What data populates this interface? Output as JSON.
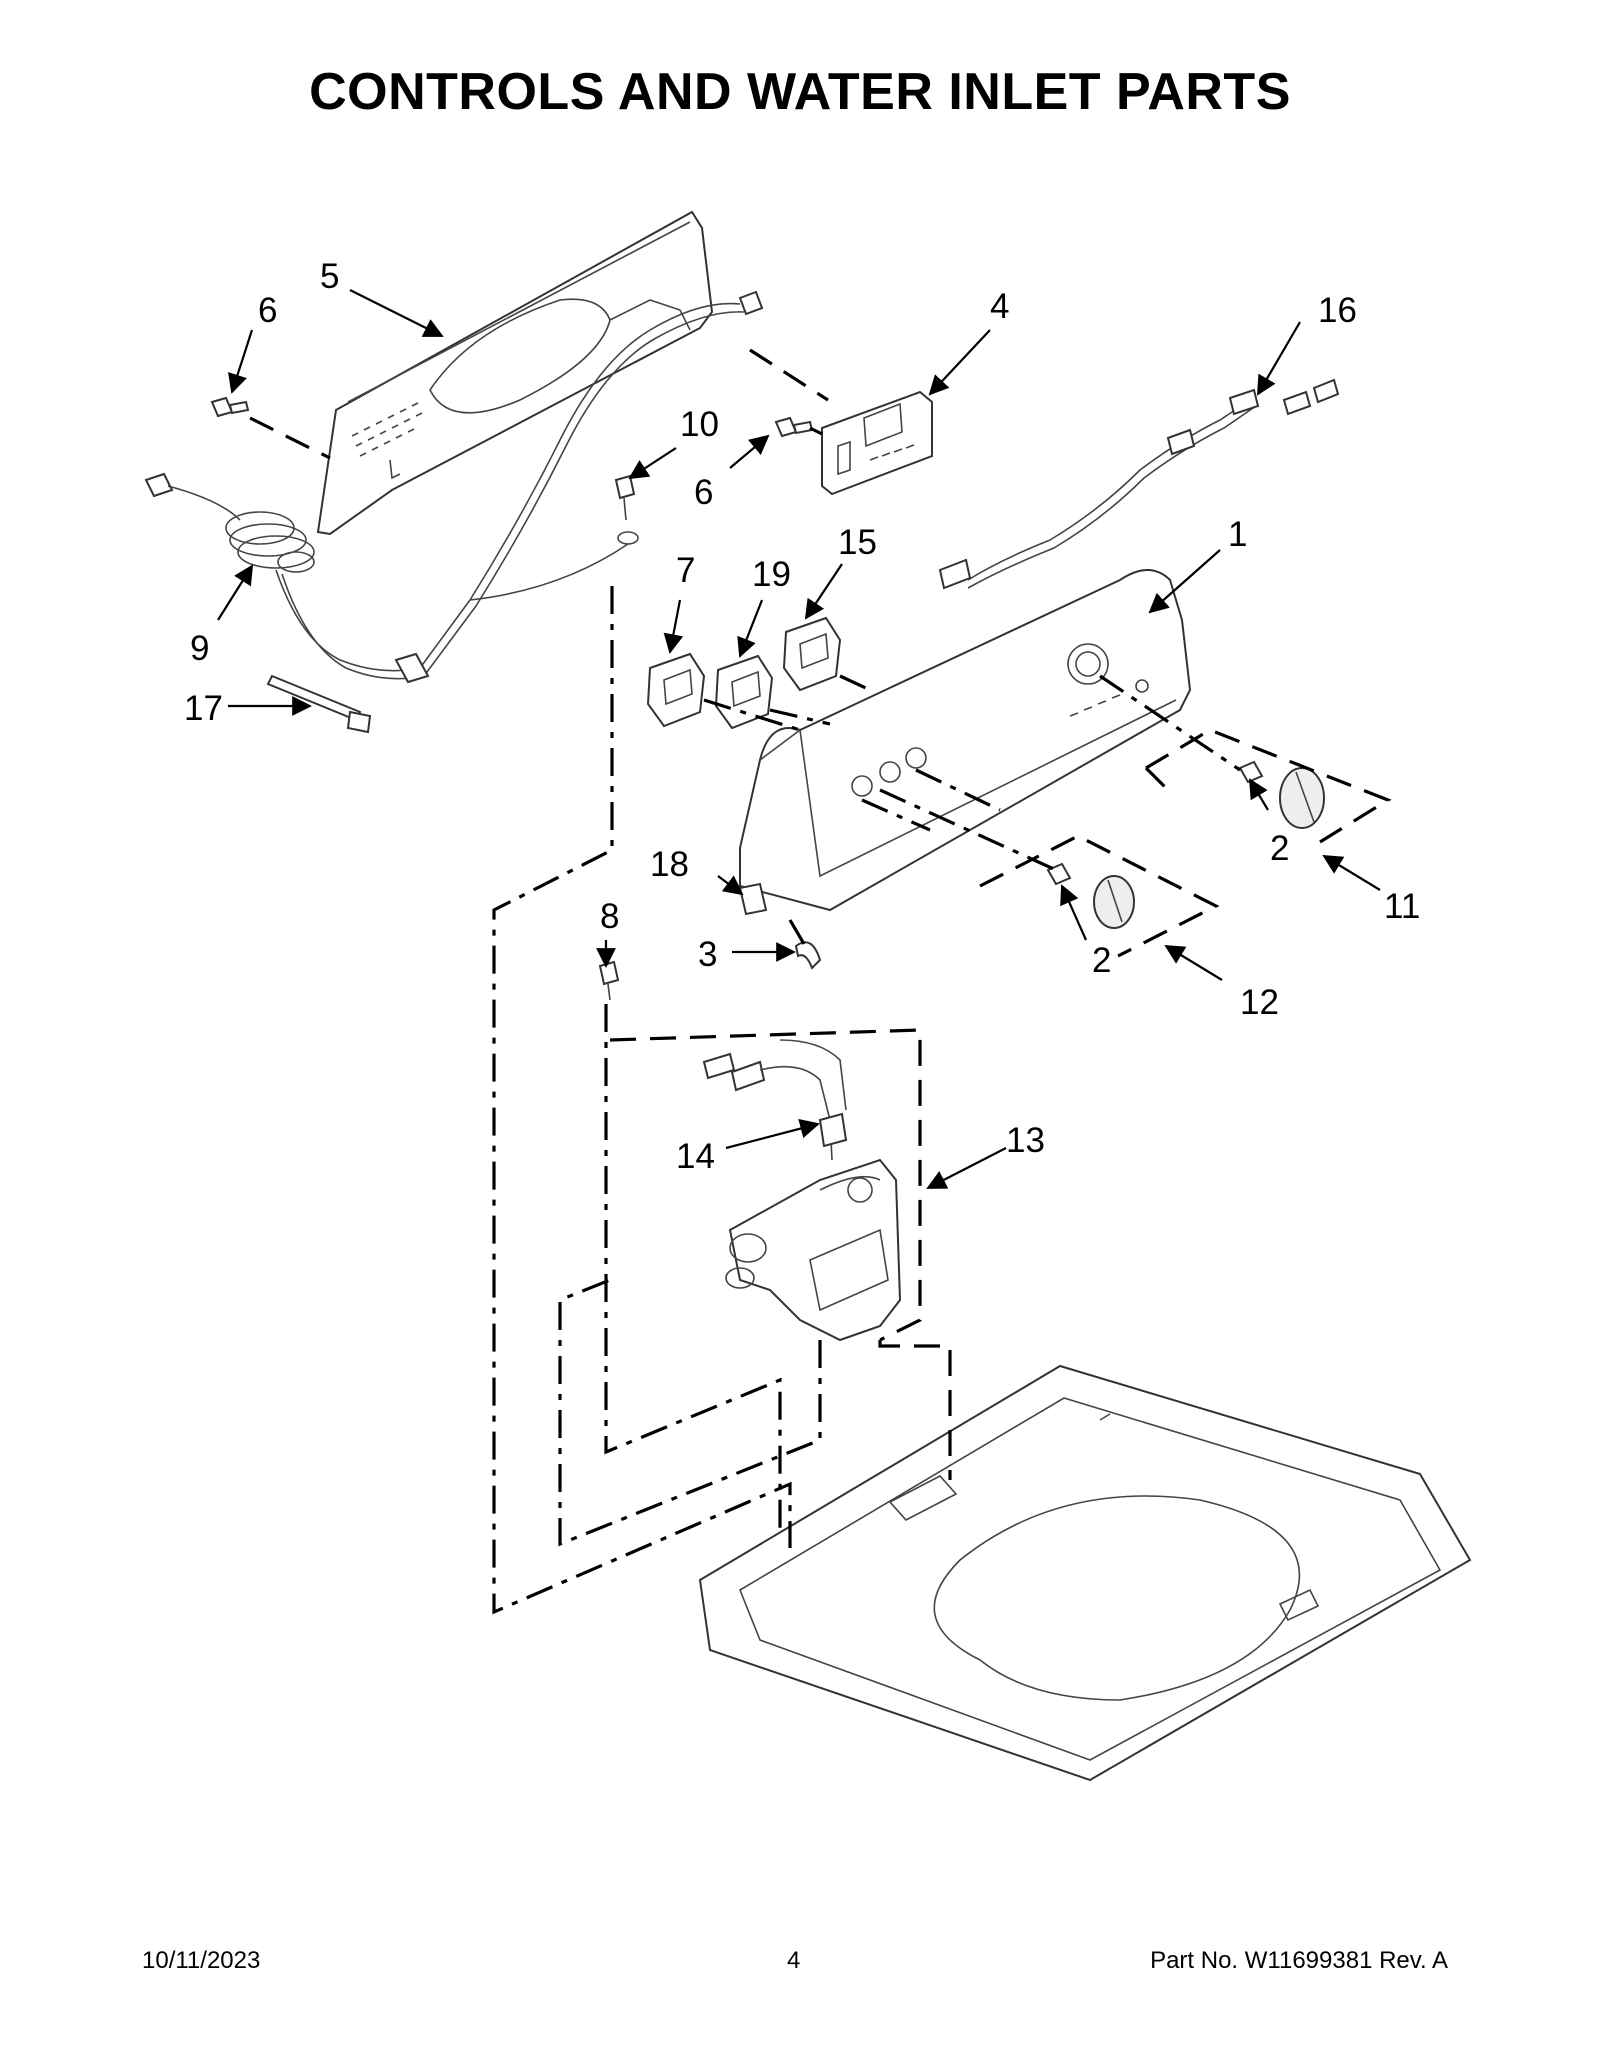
{
  "title": "CONTROLS AND WATER INLET PARTS",
  "callouts": [
    "1",
    "2",
    "2",
    "3",
    "4",
    "5",
    "6",
    "6",
    "7",
    "8",
    "9",
    "10",
    "11",
    "12",
    "13",
    "14",
    "15",
    "16",
    "17",
    "18",
    "19"
  ],
  "footer": {
    "date": "10/11/2023",
    "page": "4",
    "part_number": "Part No.  W11699381  Rev.  A"
  }
}
